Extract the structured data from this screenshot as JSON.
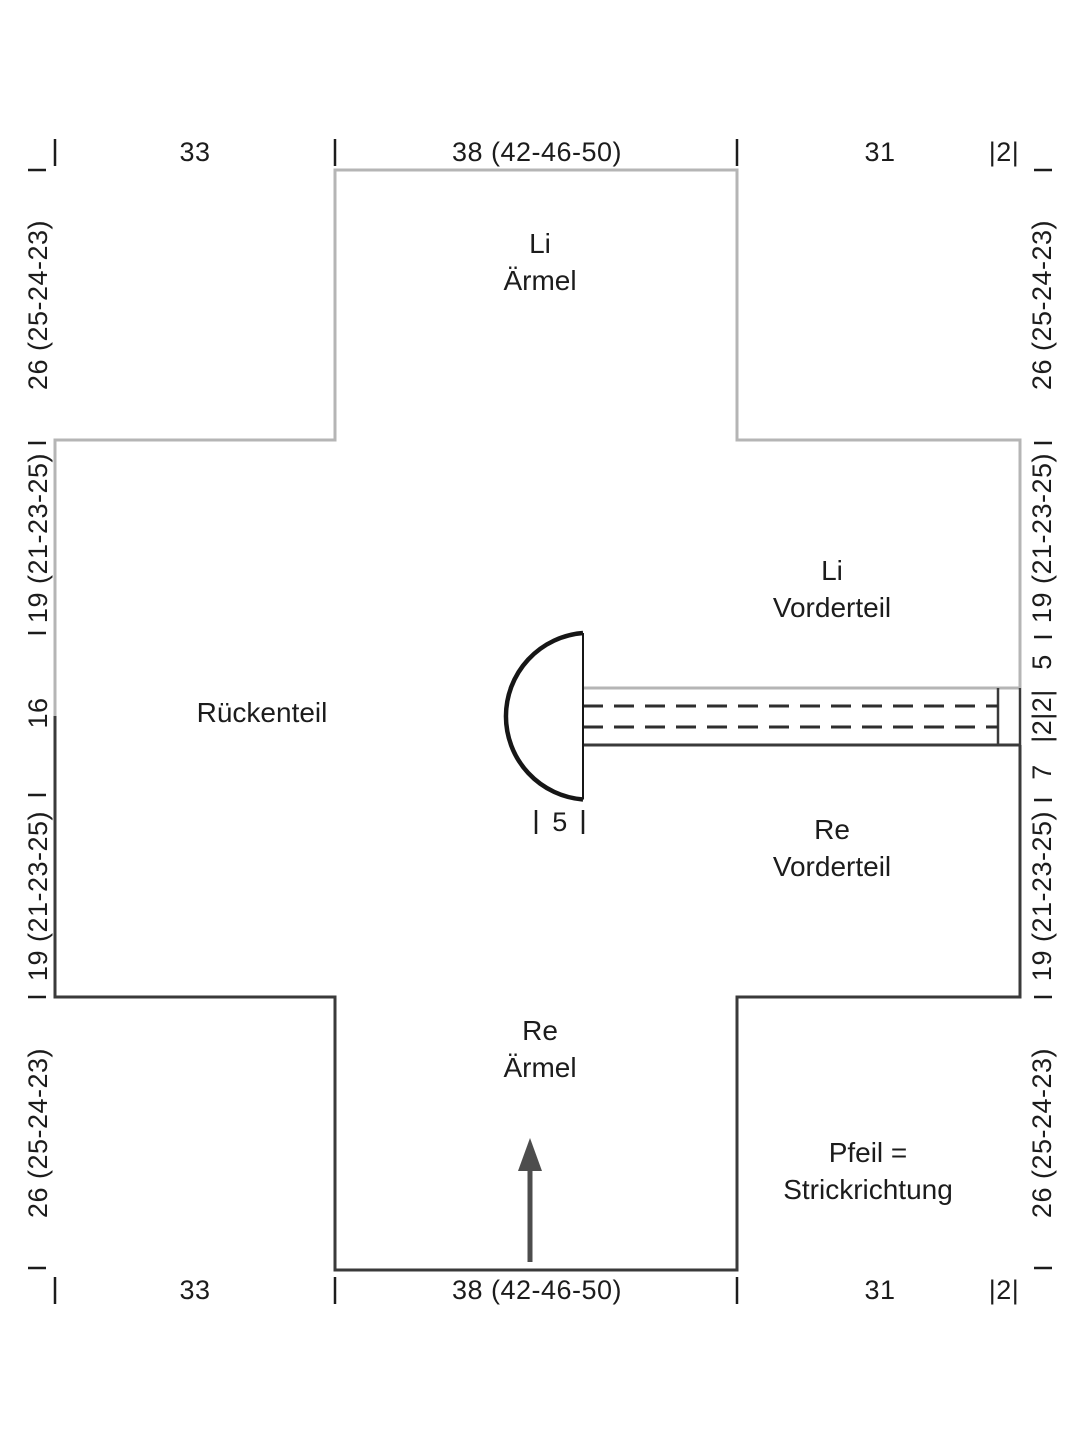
{
  "measurements": {
    "top": {
      "left": "33",
      "center": "38 (42-46-50)",
      "right": "31",
      "band": "|2|"
    },
    "bottom": {
      "left": "33",
      "center": "38 (42-46-50)",
      "right": "31",
      "band": "|2|"
    },
    "left_side": {
      "upper_sleeve": "26 (25-24-23)",
      "upper_body": "19 (21-23-25)",
      "center": "16",
      "lower_body": "19 (21-23-25)",
      "lower_sleeve": "26 (25-24-23)"
    },
    "right_side": {
      "upper_sleeve": "26 (25-24-23)",
      "upper_front": "19 (21-23-25)",
      "neck_drop": "5",
      "front_bands": "|2|2|",
      "band_depth": "7",
      "lower_front": "19 (21-23-25)",
      "lower_sleeve": "26 (25-24-23)"
    },
    "neck_width": "5"
  },
  "pieces": {
    "left_sleeve": {
      "line1": "Li",
      "line2": "Ärmel"
    },
    "left_front": {
      "line1": "Li",
      "line2": "Vorderteil"
    },
    "back": {
      "label": "Rückenteil"
    },
    "right_front": {
      "line1": "Re",
      "line2": "Vorderteil"
    },
    "right_sleeve": {
      "line1": "Re",
      "line2": "Ärmel"
    }
  },
  "legend": {
    "line1": "Pfeil =",
    "line2": "Strickrichtung"
  },
  "colors": {
    "outline_light": "#b5b5b5",
    "outline_dark": "#3a3a3a",
    "neck_curve": "#161616",
    "arrow": "#4d4d4d",
    "text": "#1c1c1c",
    "background": "#ffffff"
  }
}
